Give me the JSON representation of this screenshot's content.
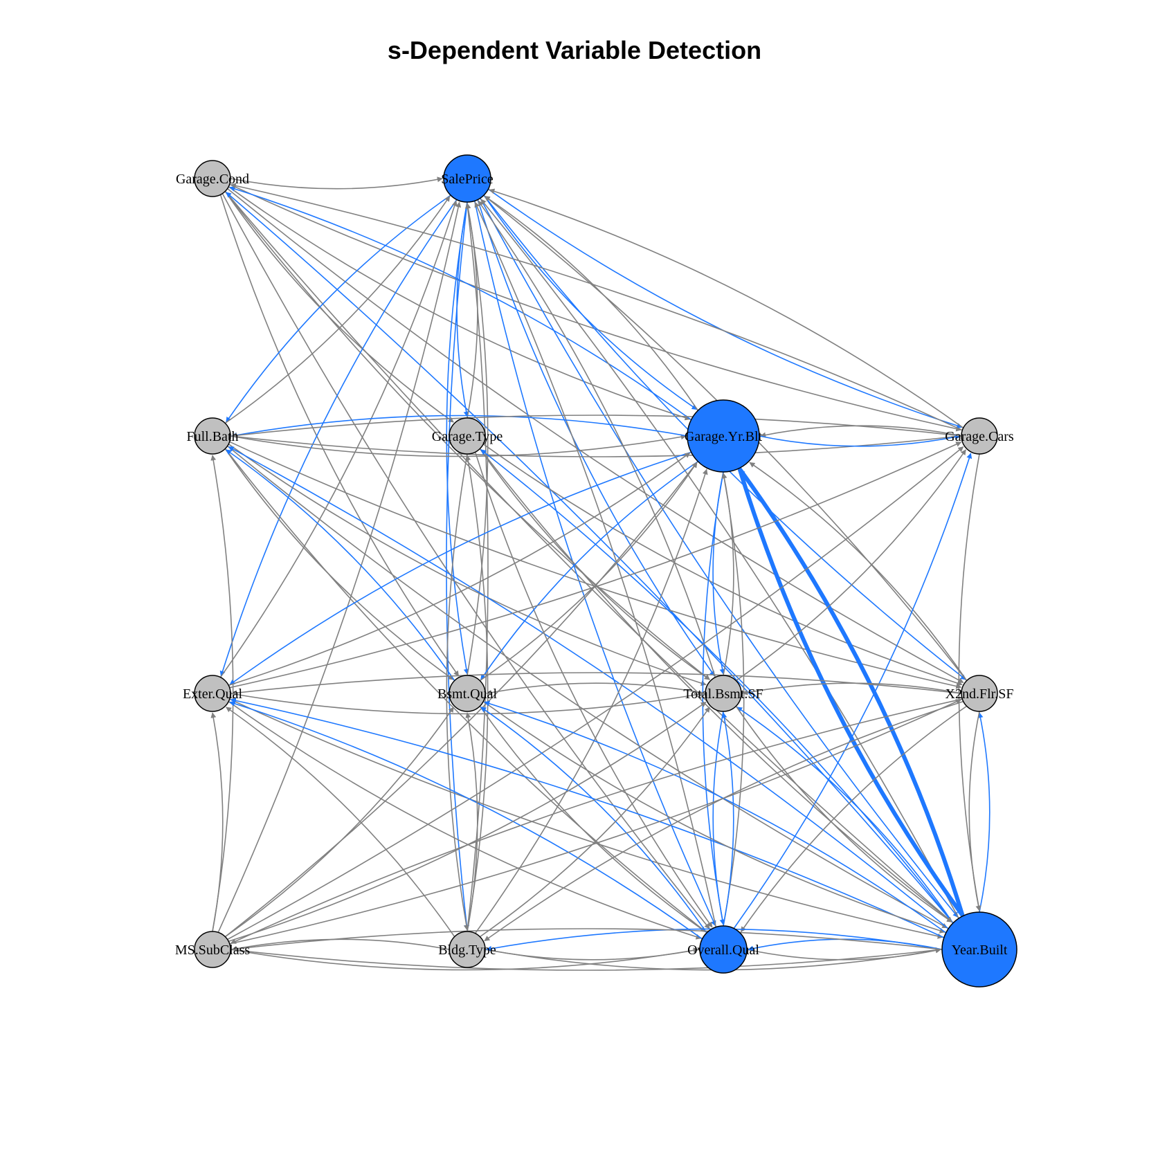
{
  "title": "s-Dependent Variable Detection",
  "colors": {
    "highlight": "#1e78ff",
    "neutral": "#808080",
    "node_gray": "#c0c0c0",
    "background": "#ffffff"
  },
  "nodes": [
    {
      "id": "garage_cond",
      "label": "Garage.Cond",
      "highlighted": false,
      "size": "small"
    },
    {
      "id": "saleprice",
      "label": "SalePrice",
      "highlighted": true,
      "size": "medium"
    },
    {
      "id": "full_bath",
      "label": "Full.Bath",
      "highlighted": false,
      "size": "small"
    },
    {
      "id": "garage_type",
      "label": "Garage.Type",
      "highlighted": false,
      "size": "small"
    },
    {
      "id": "garage_yr_blt",
      "label": "Garage.Yr.Blt",
      "highlighted": true,
      "size": "large"
    },
    {
      "id": "garage_cars",
      "label": "Garage.Cars",
      "highlighted": false,
      "size": "small"
    },
    {
      "id": "exter_qual",
      "label": "Exter.Qual",
      "highlighted": false,
      "size": "small"
    },
    {
      "id": "bsmt_qual",
      "label": "Bsmt.Qual",
      "highlighted": false,
      "size": "small"
    },
    {
      "id": "total_bsmt_sf",
      "label": "Total.Bsmt.SF",
      "highlighted": false,
      "size": "small"
    },
    {
      "id": "x2nd_flr_sf",
      "label": "X2nd.Flr.SF",
      "highlighted": false,
      "size": "small"
    },
    {
      "id": "ms_subclass",
      "label": "MS.SubClass",
      "highlighted": false,
      "size": "small"
    },
    {
      "id": "bldg_type",
      "label": "Bldg.Type",
      "highlighted": false,
      "size": "small"
    },
    {
      "id": "overall_qual",
      "label": "Overall.Qual",
      "highlighted": true,
      "size": "medium"
    },
    {
      "id": "year_built",
      "label": "Year.Built",
      "highlighted": true,
      "size": "xlarge"
    }
  ],
  "edges": [
    {
      "from": "garage_cond",
      "to": "saleprice",
      "color": "neutral"
    },
    {
      "from": "garage_cond",
      "to": "garage_type",
      "color": "neutral"
    },
    {
      "from": "garage_cond",
      "to": "bsmt_qual",
      "color": "neutral"
    },
    {
      "from": "garage_cond",
      "to": "garage_yr_blt",
      "color": "neutral"
    },
    {
      "from": "garage_cond",
      "to": "garage_cars",
      "color": "neutral"
    },
    {
      "from": "garage_cond",
      "to": "year_built",
      "color": "neutral"
    },
    {
      "from": "garage_cond",
      "to": "overall_qual",
      "color": "neutral"
    },
    {
      "from": "garage_cond",
      "to": "x2nd_flr_sf",
      "color": "neutral"
    },
    {
      "from": "garage_cond",
      "to": "total_bsmt_sf",
      "color": "neutral"
    },
    {
      "from": "garage_yr_blt",
      "to": "garage_cond",
      "color": "highlight"
    },
    {
      "from": "year_built",
      "to": "garage_cond",
      "color": "highlight"
    },
    {
      "from": "saleprice",
      "to": "full_bath",
      "color": "highlight"
    },
    {
      "from": "saleprice",
      "to": "garage_type",
      "color": "highlight"
    },
    {
      "from": "saleprice",
      "to": "garage_yr_blt",
      "color": "highlight"
    },
    {
      "from": "saleprice",
      "to": "garage_cars",
      "color": "highlight"
    },
    {
      "from": "saleprice",
      "to": "exter_qual",
      "color": "highlight"
    },
    {
      "from": "saleprice",
      "to": "bsmt_qual",
      "color": "highlight"
    },
    {
      "from": "saleprice",
      "to": "total_bsmt_sf",
      "color": "highlight"
    },
    {
      "from": "saleprice",
      "to": "x2nd_flr_sf",
      "color": "highlight"
    },
    {
      "from": "saleprice",
      "to": "bldg_type",
      "color": "highlight"
    },
    {
      "from": "saleprice",
      "to": "overall_qual",
      "color": "highlight"
    },
    {
      "from": "saleprice",
      "to": "year_built",
      "color": "highlight"
    },
    {
      "from": "full_bath",
      "to": "saleprice",
      "color": "neutral"
    },
    {
      "from": "garage_type",
      "to": "saleprice",
      "color": "neutral"
    },
    {
      "from": "exter_qual",
      "to": "saleprice",
      "color": "neutral"
    },
    {
      "from": "bsmt_qual",
      "to": "saleprice",
      "color": "neutral"
    },
    {
      "from": "ms_subclass",
      "to": "saleprice",
      "color": "neutral"
    },
    {
      "from": "bldg_type",
      "to": "saleprice",
      "color": "neutral"
    },
    {
      "from": "overall_qual",
      "to": "saleprice",
      "color": "neutral"
    },
    {
      "from": "year_built",
      "to": "saleprice",
      "color": "neutral"
    },
    {
      "from": "total_bsmt_sf",
      "to": "saleprice",
      "color": "neutral"
    },
    {
      "from": "garage_cars",
      "to": "saleprice",
      "color": "neutral"
    },
    {
      "from": "garage_yr_blt",
      "to": "saleprice",
      "color": "neutral"
    },
    {
      "from": "x2nd_flr_sf",
      "to": "saleprice",
      "color": "neutral"
    },
    {
      "from": "full_bath",
      "to": "garage_yr_blt",
      "color": "neutral"
    },
    {
      "from": "full_bath",
      "to": "garage_cars",
      "color": "neutral"
    },
    {
      "from": "full_bath",
      "to": "total_bsmt_sf",
      "color": "neutral"
    },
    {
      "from": "full_bath",
      "to": "x2nd_flr_sf",
      "color": "neutral"
    },
    {
      "from": "full_bath",
      "to": "year_built",
      "color": "neutral"
    },
    {
      "from": "full_bath",
      "to": "overall_qual",
      "color": "neutral"
    },
    {
      "from": "full_bath",
      "to": "bsmt_qual",
      "color": "neutral"
    },
    {
      "from": "garage_yr_blt",
      "to": "full_bath",
      "color": "highlight"
    },
    {
      "from": "year_built",
      "to": "full_bath",
      "color": "highlight"
    },
    {
      "from": "bsmt_qual",
      "to": "full_bath",
      "color": "highlight"
    },
    {
      "from": "ms_subclass",
      "to": "full_bath",
      "color": "neutral"
    },
    {
      "from": "garage_type",
      "to": "year_built",
      "color": "neutral"
    },
    {
      "from": "garage_type",
      "to": "total_bsmt_sf",
      "color": "neutral"
    },
    {
      "from": "garage_type",
      "to": "x2nd_flr_sf",
      "color": "neutral"
    },
    {
      "from": "garage_type",
      "to": "overall_qual",
      "color": "neutral"
    },
    {
      "from": "garage_type",
      "to": "bldg_type",
      "color": "neutral"
    },
    {
      "from": "bldg_type",
      "to": "garage_type",
      "color": "neutral"
    },
    {
      "from": "year_built",
      "to": "garage_type",
      "color": "highlight"
    },
    {
      "from": "garage_cars",
      "to": "garage_yr_blt",
      "color": "neutral"
    },
    {
      "from": "garage_yr_blt",
      "to": "garage_cars",
      "color": "highlight"
    },
    {
      "from": "garage_cars",
      "to": "full_bath",
      "color": "neutral"
    },
    {
      "from": "garage_cars",
      "to": "year_built",
      "color": "neutral"
    },
    {
      "from": "garage_cars",
      "to": "garage_cond",
      "color": "neutral"
    },
    {
      "from": "garage_yr_blt",
      "to": "year_built",
      "color": "highlight"
    },
    {
      "from": "year_built",
      "to": "garage_yr_blt",
      "color": "highlight"
    },
    {
      "from": "garage_yr_blt",
      "to": "exter_qual",
      "color": "highlight"
    },
    {
      "from": "garage_yr_blt",
      "to": "bsmt_qual",
      "color": "highlight"
    },
    {
      "from": "garage_yr_blt",
      "to": "overall_qual",
      "color": "highlight"
    },
    {
      "from": "garage_yr_blt",
      "to": "total_bsmt_sf",
      "color": "highlight"
    },
    {
      "from": "exter_qual",
      "to": "garage_yr_blt",
      "color": "neutral"
    },
    {
      "from": "bsmt_qual",
      "to": "garage_yr_blt",
      "color": "neutral"
    },
    {
      "from": "total_bsmt_sf",
      "to": "garage_yr_blt",
      "color": "neutral"
    },
    {
      "from": "x2nd_flr_sf",
      "to": "garage_yr_blt",
      "color": "neutral"
    },
    {
      "from": "ms_subclass",
      "to": "garage_yr_blt",
      "color": "neutral"
    },
    {
      "from": "bldg_type",
      "to": "garage_yr_blt",
      "color": "neutral"
    },
    {
      "from": "overall_qual",
      "to": "garage_yr_blt",
      "color": "neutral"
    },
    {
      "from": "exter_qual",
      "to": "garage_cars",
      "color": "neutral"
    },
    {
      "from": "total_bsmt_sf",
      "to": "garage_cars",
      "color": "neutral"
    },
    {
      "from": "ms_subclass",
      "to": "garage_cars",
      "color": "neutral"
    },
    {
      "from": "overall_qual",
      "to": "garage_cars",
      "color": "highlight"
    },
    {
      "from": "x2nd_flr_sf",
      "to": "exter_qual",
      "color": "neutral"
    },
    {
      "from": "exter_qual",
      "to": "total_bsmt_sf",
      "color": "neutral"
    },
    {
      "from": "exter_qual",
      "to": "overall_qual",
      "color": "neutral"
    },
    {
      "from": "exter_qual",
      "to": "year_built",
      "color": "neutral"
    },
    {
      "from": "overall_qual",
      "to": "exter_qual",
      "color": "highlight"
    },
    {
      "from": "year_built",
      "to": "exter_qual",
      "color": "highlight"
    },
    {
      "from": "ms_subclass",
      "to": "exter_qual",
      "color": "neutral"
    },
    {
      "from": "bldg_type",
      "to": "exter_qual",
      "color": "neutral"
    },
    {
      "from": "bsmt_qual",
      "to": "overall_qual",
      "color": "neutral"
    },
    {
      "from": "bsmt_qual",
      "to": "year_built",
      "color": "neutral"
    },
    {
      "from": "overall_qual",
      "to": "bsmt_qual",
      "color": "highlight"
    },
    {
      "from": "year_built",
      "to": "bsmt_qual",
      "color": "highlight"
    },
    {
      "from": "total_bsmt_sf",
      "to": "bsmt_qual",
      "color": "neutral"
    },
    {
      "from": "ms_subclass",
      "to": "bsmt_qual",
      "color": "neutral"
    },
    {
      "from": "bldg_type",
      "to": "bsmt_qual",
      "color": "neutral"
    },
    {
      "from": "overall_qual",
      "to": "total_bsmt_sf",
      "color": "highlight"
    },
    {
      "from": "total_bsmt_sf",
      "to": "overall_qual",
      "color": "highlight"
    },
    {
      "from": "year_built",
      "to": "total_bsmt_sf",
      "color": "highlight"
    },
    {
      "from": "total_bsmt_sf",
      "to": "year_built",
      "color": "neutral"
    },
    {
      "from": "x2nd_flr_sf",
      "to": "total_bsmt_sf",
      "color": "neutral"
    },
    {
      "from": "ms_subclass",
      "to": "total_bsmt_sf",
      "color": "neutral"
    },
    {
      "from": "bldg_type",
      "to": "total_bsmt_sf",
      "color": "neutral"
    },
    {
      "from": "year_built",
      "to": "x2nd_flr_sf",
      "color": "highlight"
    },
    {
      "from": "x2nd_flr_sf",
      "to": "year_built",
      "color": "neutral"
    },
    {
      "from": "x2nd_flr_sf",
      "to": "ms_subclass",
      "color": "neutral"
    },
    {
      "from": "x2nd_flr_sf",
      "to": "bldg_type",
      "color": "neutral"
    },
    {
      "from": "x2nd_flr_sf",
      "to": "overall_qual",
      "color": "neutral"
    },
    {
      "from": "ms_subclass",
      "to": "x2nd_flr_sf",
      "color": "neutral"
    },
    {
      "from": "ms_subclass",
      "to": "overall_qual",
      "color": "neutral"
    },
    {
      "from": "ms_subclass",
      "to": "year_built",
      "color": "neutral"
    },
    {
      "from": "bldg_type",
      "to": "ms_subclass",
      "color": "neutral"
    },
    {
      "from": "bldg_type",
      "to": "overall_qual",
      "color": "neutral"
    },
    {
      "from": "bldg_type",
      "to": "year_built",
      "color": "neutral"
    },
    {
      "from": "year_built",
      "to": "bldg_type",
      "color": "highlight"
    },
    {
      "from": "overall_qual",
      "to": "year_built",
      "color": "neutral"
    },
    {
      "from": "year_built",
      "to": "overall_qual",
      "color": "highlight"
    },
    {
      "from": "year_built",
      "to": "ms_subclass",
      "color": "neutral"
    }
  ]
}
